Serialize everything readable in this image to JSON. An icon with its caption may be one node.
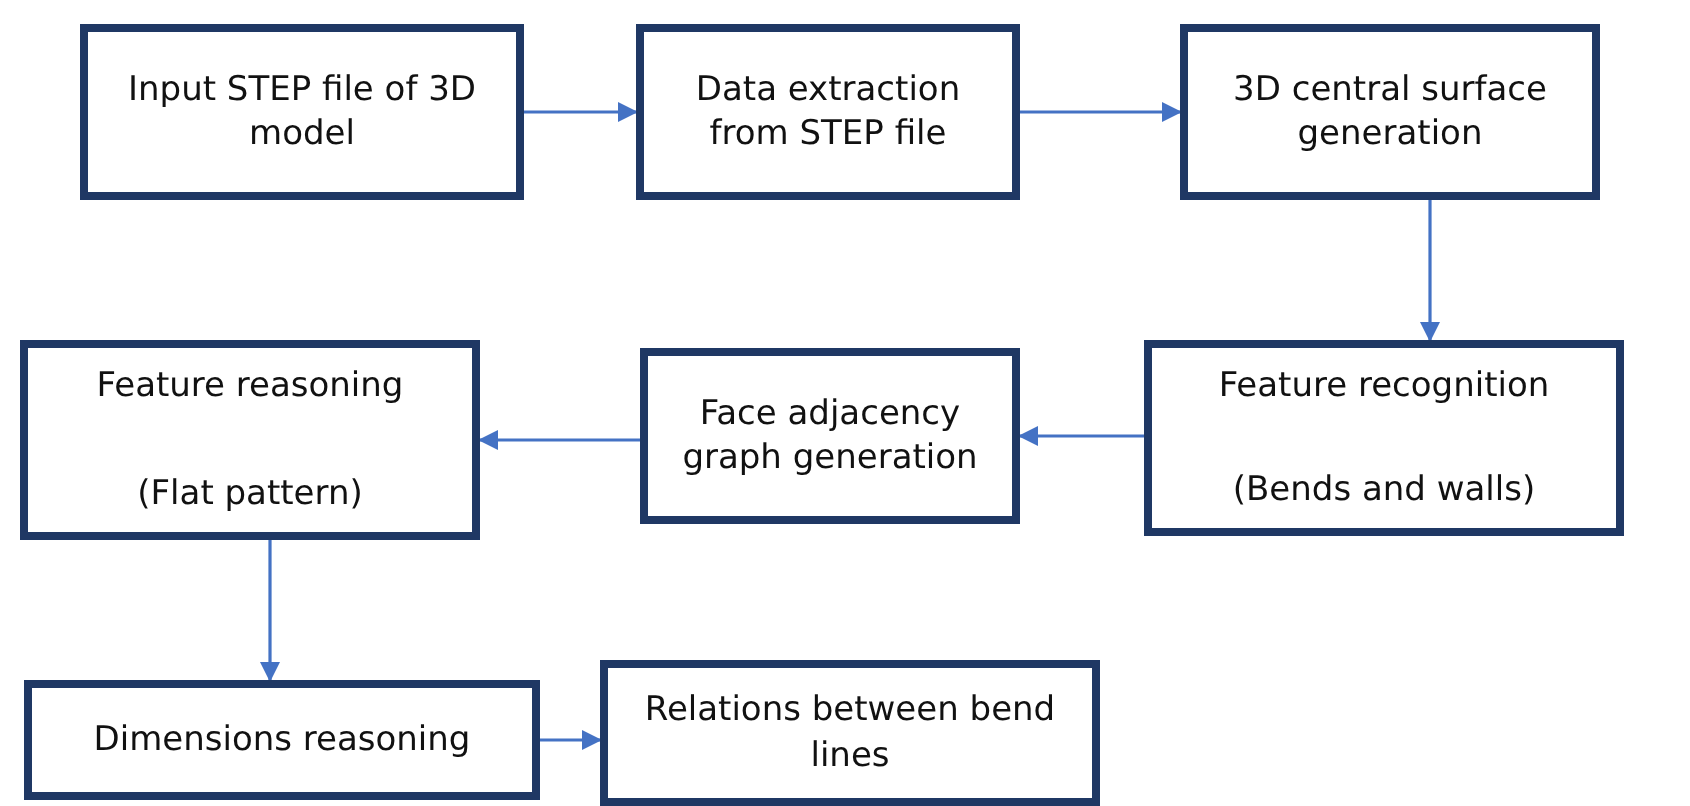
{
  "diagram": {
    "nodes": [
      {
        "text": [
          "Input STEP file of 3D model"
        ]
      },
      {
        "text": [
          "Data extraction from STEP file"
        ]
      },
      {
        "text": [
          "3D central surface generation"
        ]
      },
      {
        "text": [
          "Feature recognition",
          "(Bends and walls)"
        ]
      },
      {
        "text": [
          "Face adjacency graph generation"
        ]
      },
      {
        "text": [
          "Feature reasoning",
          "(Flat pattern)"
        ]
      },
      {
        "text": [
          "Dimensions reasoning"
        ]
      },
      {
        "text": [
          "Relations between bend lines"
        ]
      }
    ],
    "edges": [
      {
        "from": 0,
        "to": 1,
        "arrow": "to"
      },
      {
        "from": 1,
        "to": 2,
        "arrow": "to"
      },
      {
        "from": 2,
        "to": 3,
        "arrow": "to"
      },
      {
        "from": 3,
        "to": 4,
        "arrow": "to"
      },
      {
        "from": 4,
        "to": 5,
        "arrow": "to"
      },
      {
        "from": 5,
        "to": 6,
        "arrow": "to"
      },
      {
        "from": 6,
        "to": 7,
        "arrow": "to"
      }
    ]
  }
}
